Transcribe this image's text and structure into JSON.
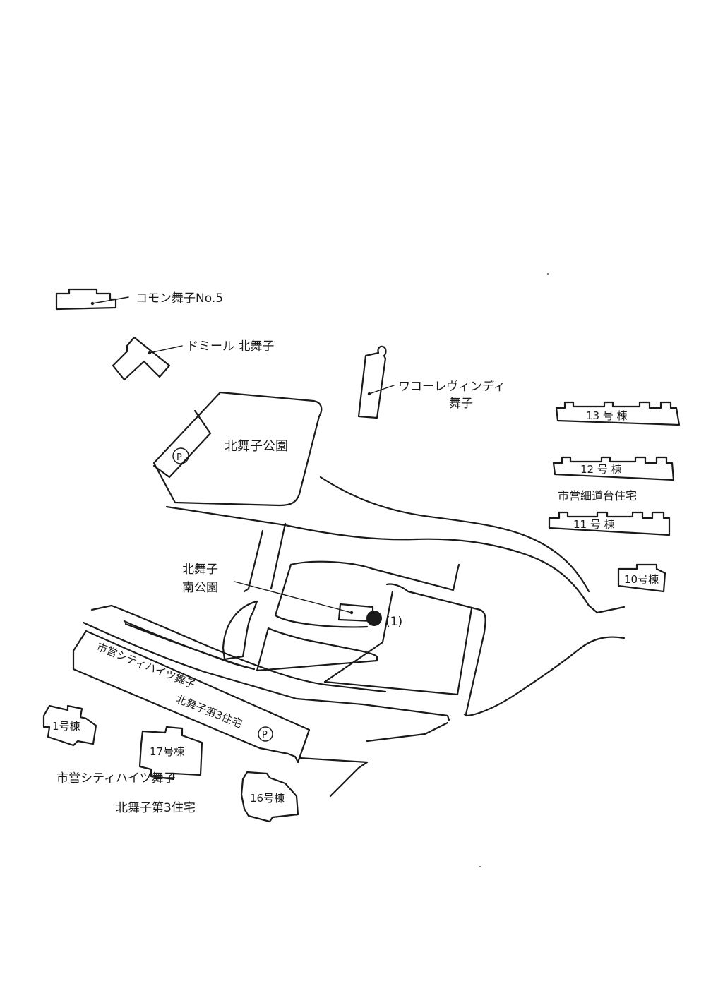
{
  "labels": {
    "common_maiko": "コモン舞子No.5",
    "domir": "ドミール 北舞子",
    "waco_1": "ワコーレヴィンディ",
    "waco_2": "舞子",
    "park_north": "北舞子公園",
    "park_south_1": "北舞子",
    "park_south_2": "南公園",
    "hosomichi": "市営細道台住宅",
    "city_heights_strip_1": "市営シティハイツ舞子",
    "city_heights_strip_2": "北舞子第3住宅",
    "city_heights_1": "市営シティハイツ舞子",
    "city_heights_2": "北舞子第3住宅",
    "point_1": "(1)",
    "parking": "P"
  },
  "buildings": {
    "b13": "13 号 棟",
    "b12": "12 号 棟",
    "b11": "11 号 棟",
    "b10": "10号棟",
    "b1": "1号棟",
    "b17": "17号棟",
    "b16": "16号棟"
  },
  "colors": {
    "ink": "#1a1a1a",
    "paper": "#ffffff",
    "marker": "#1a1a1a"
  }
}
